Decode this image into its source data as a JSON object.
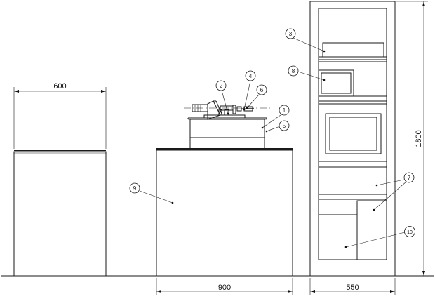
{
  "dimensions": {
    "cabinet_width": "600",
    "bench_width": "900",
    "rack_width": "550",
    "rack_height": "1800"
  },
  "callouts": [
    {
      "id": "c1",
      "number": "1"
    },
    {
      "id": "c2",
      "number": "2"
    },
    {
      "id": "c3",
      "number": "3"
    },
    {
      "id": "c4",
      "number": "4"
    },
    {
      "id": "c5",
      "number": "5"
    },
    {
      "id": "c6",
      "number": "6"
    },
    {
      "id": "c7",
      "number": "7"
    },
    {
      "id": "c8",
      "number": "8"
    },
    {
      "id": "c9",
      "number": "9"
    },
    {
      "id": "c10",
      "number": "10"
    }
  ]
}
